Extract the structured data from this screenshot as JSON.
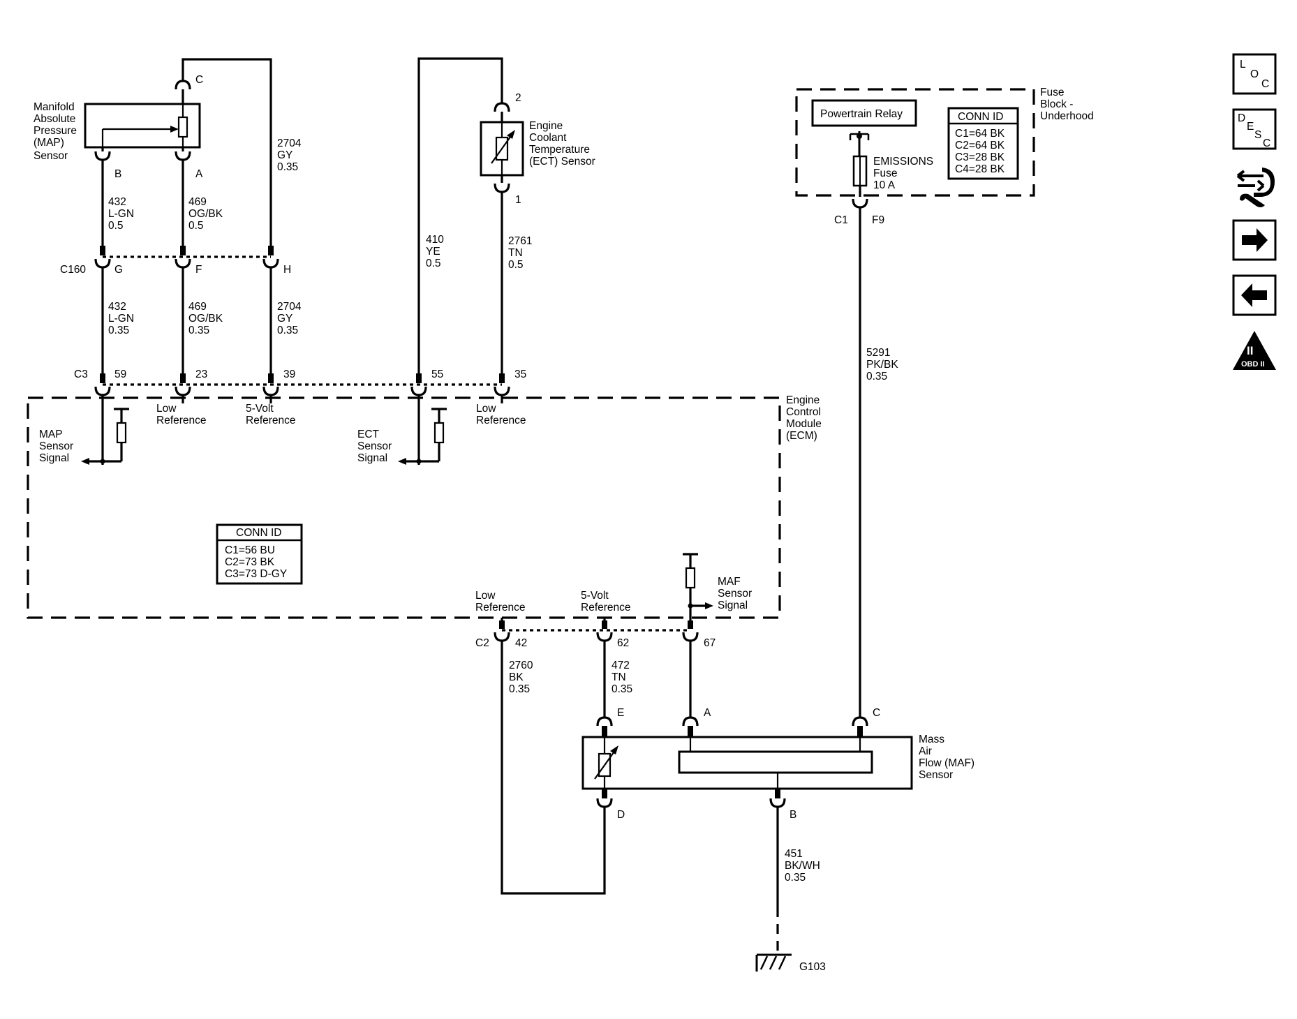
{
  "map_sensor": {
    "label": [
      "Manifold",
      "Absolute",
      "Pressure",
      "(MAP)",
      "Sensor"
    ]
  },
  "ect_sensor": {
    "label": [
      "Engine",
      "Coolant",
      "Temperature",
      "(ECT) Sensor"
    ]
  },
  "ecm": {
    "label": [
      "Engine",
      "Control",
      "Module",
      "(ECM)"
    ],
    "conn_id": {
      "title": "CONN ID",
      "lines": [
        "C1=56 BU",
        "C2=73 BK",
        "C3=73 D-GY"
      ]
    },
    "map_signal": [
      "MAP",
      "Sensor",
      "Signal"
    ],
    "ect_signal": [
      "ECT",
      "Sensor",
      "Signal"
    ],
    "maf_signal": [
      "MAF",
      "Sensor",
      "Signal"
    ],
    "low_ref": [
      "Low",
      "Reference"
    ],
    "five_volt_ref": [
      "5-Volt",
      "Reference"
    ]
  },
  "fuse_block": {
    "label": [
      "Fuse",
      "Block -",
      "Underhood"
    ],
    "relay": "Powertrain Relay",
    "fuse_label": [
      "EMISSIONS",
      "Fuse",
      "10 A"
    ],
    "conn_id": {
      "title": "CONN ID",
      "lines": [
        "C1=64 BK",
        "C2=64 BK",
        "C3=28 BK",
        "C4=28 BK"
      ]
    }
  },
  "maf_sensor": {
    "label": [
      "Mass",
      "Air",
      "Flow (MAF)",
      "Sensor"
    ]
  },
  "ground": {
    "label": "G103"
  },
  "connectors": {
    "map_C": "C",
    "map_B": "B",
    "map_A": "A",
    "c160": "C160",
    "c160_G": "G",
    "c160_F": "F",
    "c160_H": "H",
    "c3": "C3",
    "c3_59": "59",
    "c3_23": "23",
    "c3_39": "39",
    "c3_55": "55",
    "c3_35": "35",
    "ect_2": "2",
    "ect_1": "1",
    "c2": "C2",
    "c2_42": "42",
    "c2_62": "62",
    "c2_67": "67",
    "maf_E": "E",
    "maf_A": "A",
    "maf_C": "C",
    "maf_D": "D",
    "maf_B": "B",
    "fuse_C1": "C1",
    "fuse_F9": "F9"
  },
  "wires": {
    "w432_upper": [
      "432",
      "L-GN",
      "0.5"
    ],
    "w469_upper": [
      "469",
      "OG/BK",
      "0.5"
    ],
    "w2704_upper": [
      "2704",
      "GY",
      "0.35"
    ],
    "w432_lower": [
      "432",
      "L-GN",
      "0.35"
    ],
    "w469_lower": [
      "469",
      "OG/BK",
      "0.35"
    ],
    "w2704_lower": [
      "2704",
      "GY",
      "0.35"
    ],
    "w410": [
      "410",
      "YE",
      "0.5"
    ],
    "w2761": [
      "2761",
      "TN",
      "0.5"
    ],
    "w5291": [
      "5291",
      "PK/BK",
      "0.35"
    ],
    "w2760": [
      "2760",
      "BK",
      "0.35"
    ],
    "w472": [
      "472",
      "TN",
      "0.35"
    ],
    "w451": [
      "451",
      "BK/WH",
      "0.35"
    ]
  },
  "nav_icons": [
    {
      "name": "loc-icon",
      "text": [
        "L",
        "O",
        "C"
      ]
    },
    {
      "name": "desc-icon",
      "text": [
        "D",
        "E",
        "S",
        "C"
      ]
    },
    {
      "name": "connector-repair-icon"
    },
    {
      "name": "next-arrow-icon"
    },
    {
      "name": "back-arrow-icon"
    },
    {
      "name": "obd-ii-icon",
      "text": [
        "II",
        "OBD II"
      ]
    }
  ]
}
